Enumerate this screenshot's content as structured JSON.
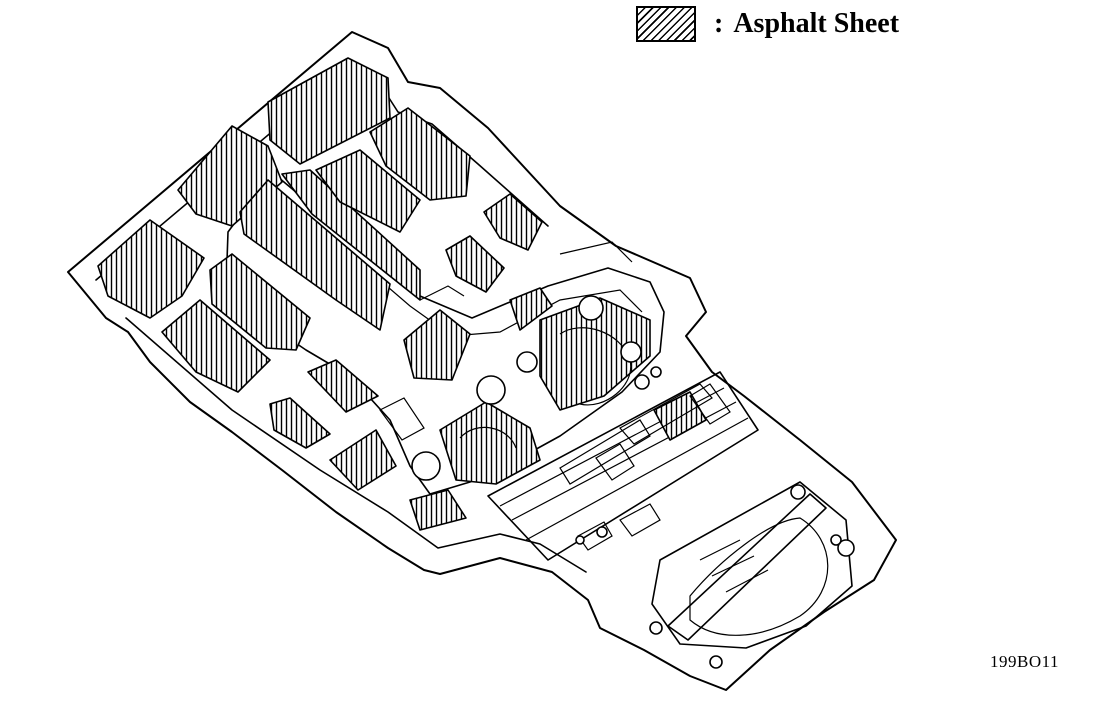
{
  "legend": {
    "colon": ":",
    "label": "Asphalt Sheet",
    "pattern": "diagonal-hatch",
    "line_color": "#000000",
    "fill_color": "#ffffff"
  },
  "figure_code": "199BO11"
}
